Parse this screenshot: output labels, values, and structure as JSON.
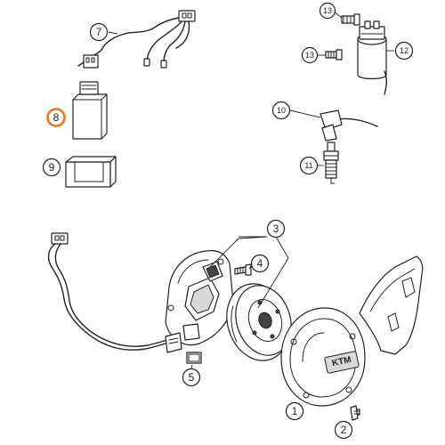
{
  "callouts": [
    {
      "id": "c1",
      "label": "1"
    },
    {
      "id": "c2",
      "label": "2"
    },
    {
      "id": "c3",
      "label": "3"
    },
    {
      "id": "c4",
      "label": "4"
    },
    {
      "id": "c5",
      "label": "5"
    },
    {
      "id": "c7",
      "label": "7"
    },
    {
      "id": "c8",
      "label": "8"
    },
    {
      "id": "c9",
      "label": "9"
    },
    {
      "id": "c10",
      "label": "10"
    },
    {
      "id": "c11",
      "label": "11"
    },
    {
      "id": "c12",
      "label": "12"
    },
    {
      "id": "c13a",
      "label": "13"
    },
    {
      "id": "c13b",
      "label": "13"
    }
  ],
  "selected_callout": "8",
  "colors": {
    "highlight": "#e87722",
    "line": "#222222"
  },
  "cover_logo_text": "KTM"
}
